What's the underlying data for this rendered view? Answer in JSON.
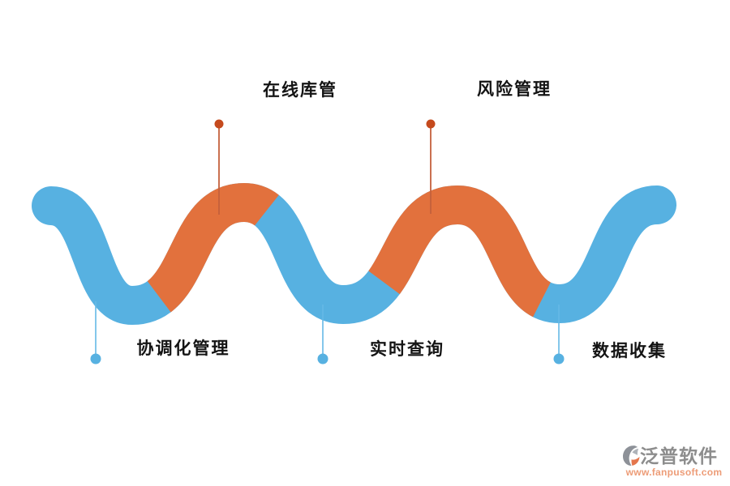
{
  "diagram": {
    "top_labels": [
      {
        "label": "在线库管"
      },
      {
        "label": "风险管理"
      }
    ],
    "bottom_labels": [
      {
        "label": "协调化管理"
      },
      {
        "label": "实时查询"
      },
      {
        "label": "数据收集"
      }
    ],
    "colors": {
      "blue": "#57b1e1",
      "orange": "#e2713d",
      "top_line": "#c4613c",
      "top_dot": "#c54a1d",
      "bottom_line": "#66b9e6",
      "bottom_dot": "#57b1e1"
    }
  },
  "branding": {
    "name": "泛普软件",
    "url": "www.fanpusoft.com",
    "name_color": "#8d8d8d",
    "url_color": "#ed9c77"
  }
}
